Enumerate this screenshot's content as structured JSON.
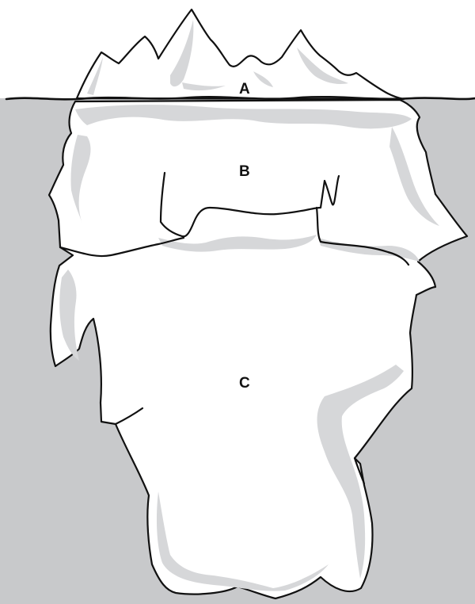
{
  "labels": {
    "a": "A",
    "b": "B",
    "c": "C"
  },
  "colors": {
    "sky": "#ffffff",
    "water": "#c8c9cb",
    "ice": "#ffffff",
    "ice_shadow": "#d6d7d9",
    "outline": "#111111"
  }
}
